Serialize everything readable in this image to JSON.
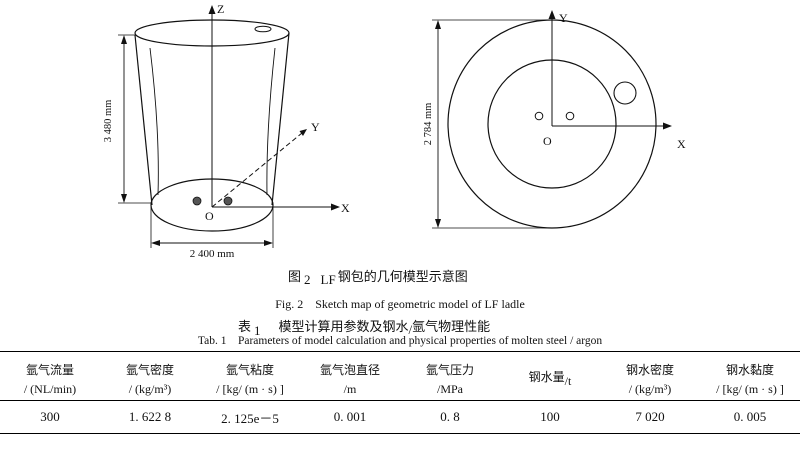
{
  "figure": {
    "left": {
      "axis_z": "Z",
      "axis_y": "Y",
      "axis_x": "X",
      "origin": "O",
      "height_dim": "3 480 mm",
      "diameter_dim": "2 400 mm"
    },
    "right": {
      "axis_y": "Y",
      "axis_x": "X",
      "origin": "O",
      "diameter_dim": "2 784 mm"
    },
    "caption_cn": {
      "num": "图",
      "num_val": "2",
      "prefix": "LF",
      "text": "钢包的几何模型示意图"
    },
    "caption_en": "Fig. 2    Sketch map of geometric model of LF ladle"
  },
  "table": {
    "caption_cn": {
      "num": "表",
      "num_val": "1",
      "text_a": "模型计算用参数及钢水",
      "slash": "/",
      "text_b": "氩气物理性能"
    },
    "caption_en": "Tab. 1    Parameters of model calculation and physical properties of molten steel / argon",
    "headers": [
      {
        "name": "氩气流量",
        "unit": "/ (NL/min)"
      },
      {
        "name": "氩气密度",
        "unit": "/ (kg/m³)"
      },
      {
        "name": "氩气粘度",
        "unit": "/ [kg/ (m · s) ]"
      },
      {
        "name": "氩气泡直径",
        "unit": "/m"
      },
      {
        "name": "氩气压力",
        "unit": "/MPa"
      },
      {
        "name": "钢水量",
        "unit": "/t"
      },
      {
        "name": "钢水密度",
        "unit": "/ (kg/m³)"
      },
      {
        "name": "钢水黏度",
        "unit": "/ [kg/ (m · s) ]"
      }
    ],
    "row": [
      "300",
      "1. 622 8",
      "2. 125e－5",
      "0. 001",
      "0. 8",
      "100",
      "7 020",
      "0. 005"
    ]
  }
}
